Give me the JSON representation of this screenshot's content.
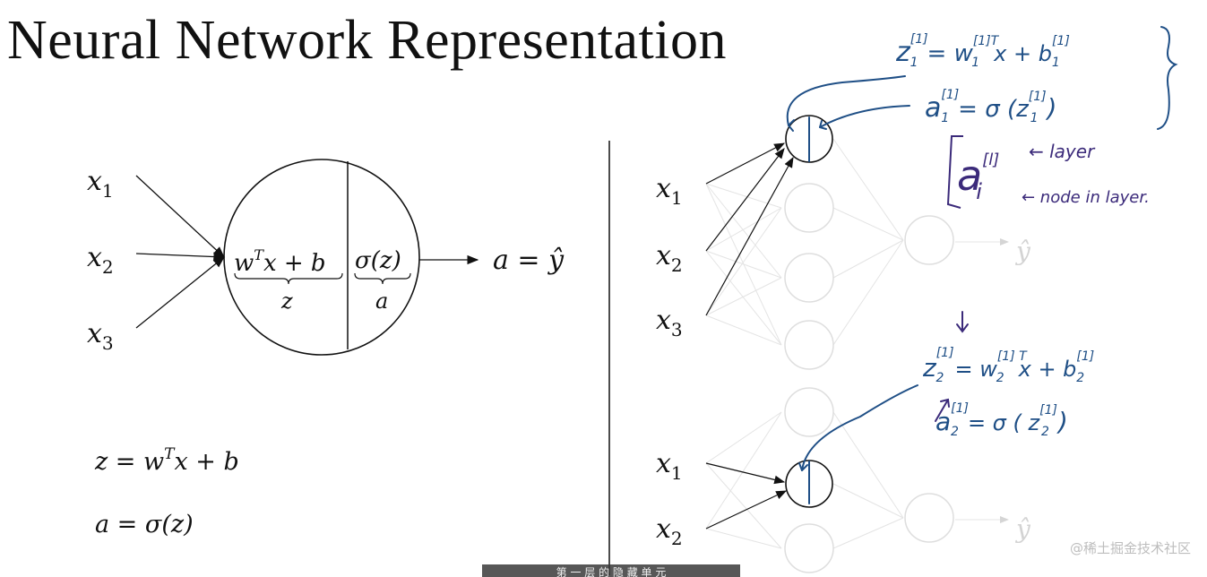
{
  "title": "Neural Network Representation",
  "single_neuron": {
    "inputs": [
      "x",
      "x",
      "x"
    ],
    "input_subs": [
      "1",
      "2",
      "3"
    ],
    "linear_expr": "w",
    "linear_sup": "T",
    "linear_rest": "x + b",
    "linear_under": "z",
    "activation_expr": "σ(z)",
    "activation_under": "a",
    "output_lhs": "a = ",
    "output_rhs": "ŷ"
  },
  "equations": {
    "eq1_lhs": "z = w",
    "eq1_sup": "T",
    "eq1_rest": "x + b",
    "eq2": "a = σ(z)"
  },
  "network_top": {
    "inputs": [
      "x",
      "x",
      "x"
    ],
    "input_subs": [
      "1",
      "2",
      "3"
    ],
    "output": "ŷ"
  },
  "network_bottom": {
    "inputs": [
      "x",
      "x"
    ],
    "input_subs": [
      "1",
      "2"
    ],
    "output": "ŷ"
  },
  "notes": {
    "z1_eq": "z",
    "z1_sup": "[1]",
    "z1_sub": "1",
    "z1_rhs": "= w",
    "w1_sup": "[1]T",
    "w1_sub": "1",
    "z1_rest": "x  + b",
    "b1_sup": "[1]",
    "b1_sub": "1",
    "a1_eq": "a",
    "a1_sup": "[1]",
    "a1_sub": "1",
    "a1_rhs": "= σ (z",
    "a1_zsup": "[1]",
    "a1_zsub": "1",
    "a1_close": ")",
    "legend_a": "a",
    "legend_sup": "[l]",
    "legend_sub": "i",
    "legend_layer": "← layer",
    "legend_node": "← node in layer.",
    "z2_eq": "z",
    "z2_sup": "[1]",
    "z2_sub": "2",
    "z2_rhs": "= w",
    "w2_sup": "[1] T",
    "w2_sub": "2",
    "z2_rest": "x  + b",
    "b2_sup": "[1]",
    "b2_sub": "2",
    "a2_eq": "a",
    "a2_sup": "[1]",
    "a2_sub": "2",
    "a2_rhs": "= σ ( z",
    "a2_zsup": "[1]",
    "a2_zsub": "2",
    "a2_close": ")"
  },
  "colors": {
    "ink": "#111111",
    "pen_blue": "#1f4f86",
    "pen_purple": "#3b2a7a",
    "faded": "#d9d9d9"
  },
  "watermark": "@稀土掘金技术社区",
  "subtitle_text": "第 一 层 的 隐 藏 单 元"
}
